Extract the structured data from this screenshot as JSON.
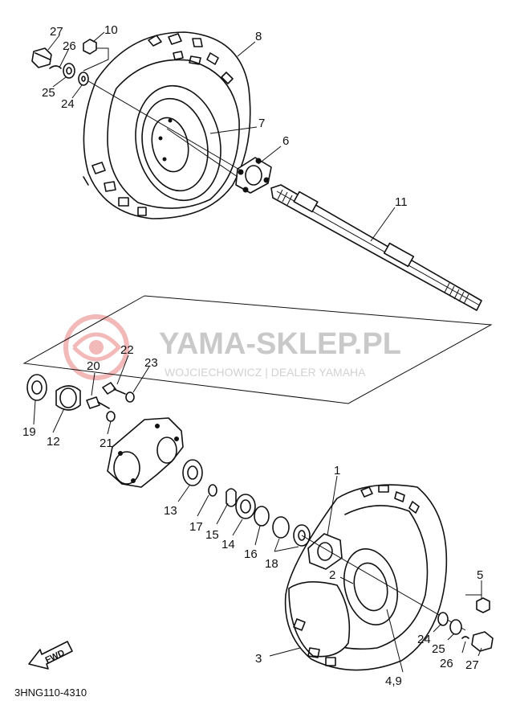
{
  "diagram_code": "3HNG110-4310",
  "watermark": {
    "title": "YAMA-SKLEP.PL",
    "subtitle": "WOJCIECHOWICZ | DEALER YAMAHA"
  },
  "fwd_label": "FWD",
  "part_numbers": {
    "p1": "1",
    "p2": "2",
    "p3": "3",
    "p4_9": "4,9",
    "p5": "5",
    "p6": "6",
    "p7": "7",
    "p8": "8",
    "p10": "10",
    "p11": "11",
    "p12": "12",
    "p13": "13",
    "p14": "14",
    "p15": "15",
    "p16": "16",
    "p17": "17",
    "p18": "18",
    "p19": "19",
    "p20": "20",
    "p21": "21",
    "p22": "22",
    "p23": "23",
    "p24_top": "24",
    "p25_top": "25",
    "p26_top": "26",
    "p27_top": "27",
    "p24_bot": "24",
    "p25_bot": "25",
    "p26_bot": "26",
    "p27_bot": "27"
  }
}
